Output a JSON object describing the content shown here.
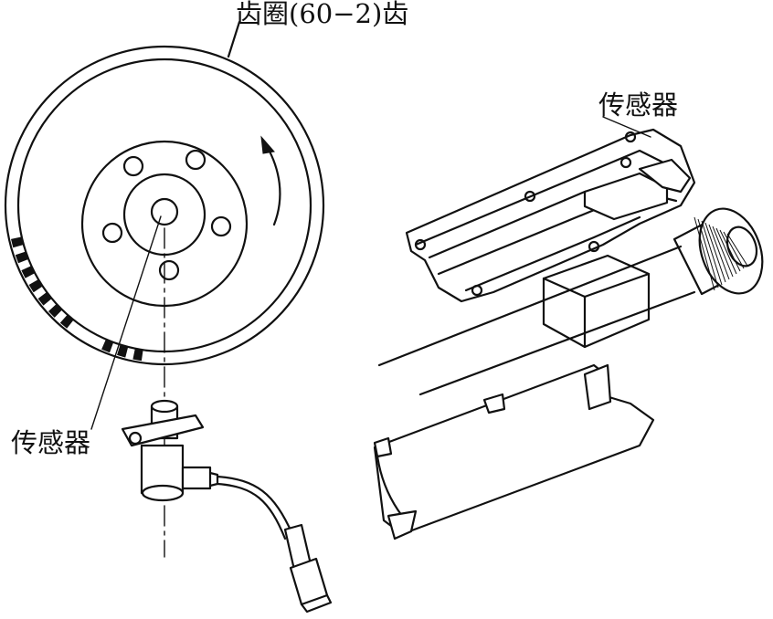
{
  "labels": {
    "ring_gear": "齿圈(60−2)齿",
    "sensor_right": "传感器",
    "sensor_left": "传感器"
  },
  "colors": {
    "line": "#111111",
    "background": "#ffffff"
  },
  "ring_gear": {
    "teeth_total": 60,
    "teeth_missing": 2
  }
}
